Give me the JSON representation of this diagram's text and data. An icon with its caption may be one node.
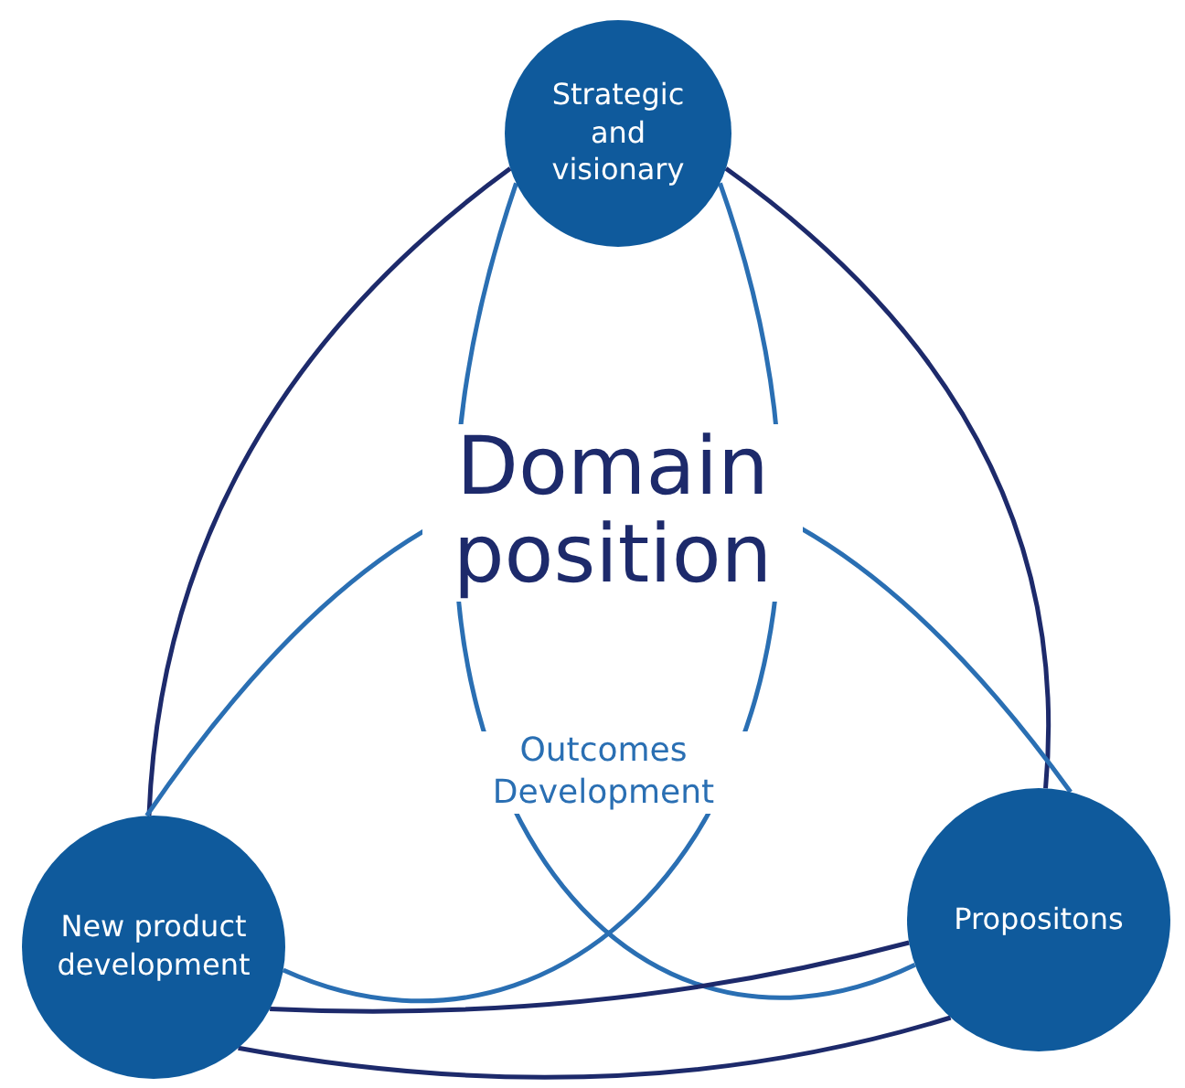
{
  "diagram": {
    "nodes": [
      {
        "text": [
          "Strategic and visionary"
        ]
      },
      {
        "text": [
          "New product development"
        ]
      },
      {
        "text": [
          "Propositons"
        ]
      }
    ],
    "edges": [
      {
        "from": 0,
        "to": 1,
        "arrow": "none"
      },
      {
        "from": 0,
        "to": 2,
        "arrow": "none"
      },
      {
        "from": 1,
        "to": 2,
        "arrow": "none"
      },
      {
        "from": 1,
        "to": 2,
        "arrow": "none",
        "color": "#2a6fb3"
      },
      {
        "from": 0,
        "to": 2,
        "arrow": "none",
        "color": "#2a6fb3"
      },
      {
        "from": 0,
        "to": 1,
        "arrow": "none",
        "color": "#2a6fb3"
      },
      {
        "from": 1,
        "to": 2,
        "arrow": "none"
      }
    ],
    "labels": [
      "Domain position",
      "Outcomes Development"
    ]
  }
}
